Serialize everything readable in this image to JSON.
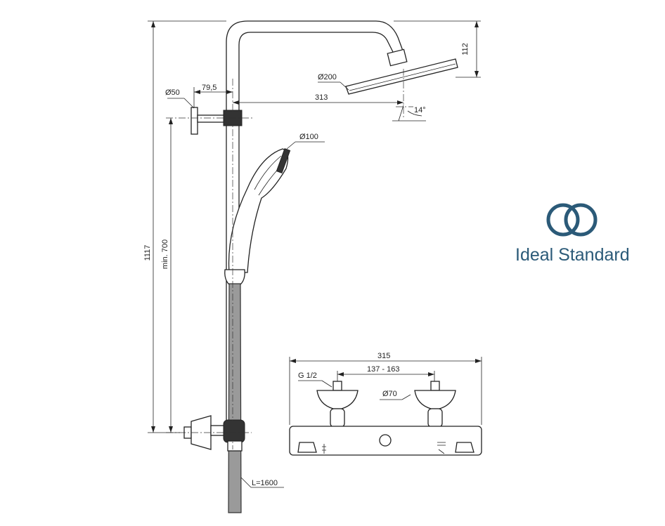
{
  "dimensions": {
    "height_total": "1117",
    "min_height": "min. 700",
    "wall_bracket_diameter": "Ø50",
    "wall_offset": "79,5",
    "arm_length": "313",
    "head_diameter": "Ø200",
    "head_height": "112",
    "head_angle": "14°",
    "hand_shower_diameter": "Ø100",
    "hose_length": "L=1600",
    "mixer_width": "315",
    "inlet_spacing": "137 - 163",
    "inlet_thread": "G 1/2",
    "escutcheon_diameter": "Ø70"
  },
  "brand": {
    "name": "Ideal Standard",
    "color": "#2b5a78",
    "logo_icon": "interlocking-rings-icon"
  }
}
